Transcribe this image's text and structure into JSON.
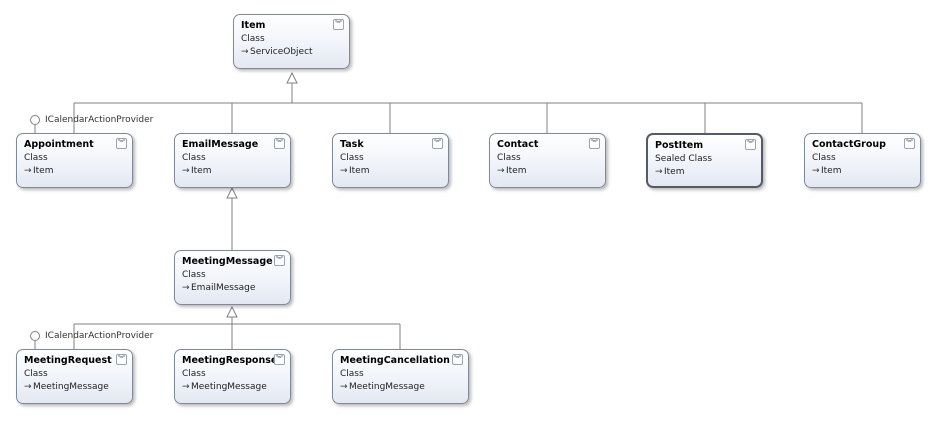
{
  "classes": {
    "item": {
      "name": "Item",
      "kind": "Class",
      "base": "ServiceObject"
    },
    "appointment": {
      "name": "Appointment",
      "kind": "Class",
      "base": "Item"
    },
    "email_message": {
      "name": "EmailMessage",
      "kind": "Class",
      "base": "Item"
    },
    "task": {
      "name": "Task",
      "kind": "Class",
      "base": "Item"
    },
    "contact": {
      "name": "Contact",
      "kind": "Class",
      "base": "Item"
    },
    "post_item": {
      "name": "PostItem",
      "kind": "Sealed Class",
      "base": "Item"
    },
    "contact_group": {
      "name": "ContactGroup",
      "kind": "Class",
      "base": "Item"
    },
    "meeting_message": {
      "name": "MeetingMessage",
      "kind": "Class",
      "base": "EmailMessage"
    },
    "meeting_request": {
      "name": "MeetingRequest",
      "kind": "Class",
      "base": "MeetingMessage"
    },
    "meeting_response": {
      "name": "MeetingResponse",
      "kind": "Class",
      "base": "MeetingMessage"
    },
    "meeting_cancellation": {
      "name": "MeetingCancellation",
      "kind": "Class",
      "base": "MeetingMessage"
    }
  },
  "interfaces": {
    "appointment": "ICalendarActionProvider",
    "meeting_request": "ICalendarActionProvider"
  },
  "icons": {
    "inherit_arrow": "→",
    "collapse": "chevron-double-down"
  },
  "colors": {
    "connector": "#808080",
    "box_border": "#7f8a99",
    "sealed_border": "#555b66"
  }
}
